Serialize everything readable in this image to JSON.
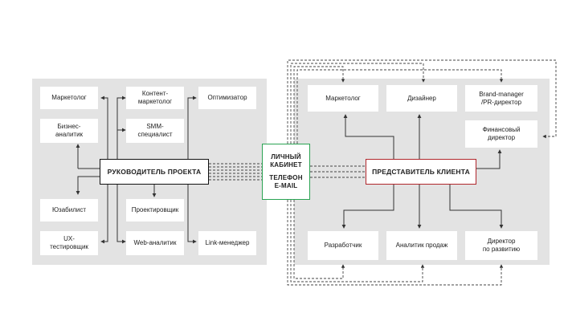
{
  "left_roles": {
    "marketer": "Маркетолог",
    "content_marketer": "Контент-\nмаркетолог",
    "optimizer": "Оптимизатор",
    "business_analyst": "Бизнес-\nаналитик",
    "smm": "SMM-\nспециалист",
    "usability": "Юзабилист",
    "designer_ia": "Проектировщик",
    "ux_tester": "UX-\nтестировщик",
    "web_analyst": "Web-аналитик",
    "link_manager": "Link-менеджер"
  },
  "project_manager": "РУКОВОДИТЕЛЬ ПРОЕКТА",
  "contact": {
    "line1": "ЛИЧНЫЙ\nКАБИНЕТ",
    "line2": "ТЕЛЕФОН\nE-MAIL"
  },
  "client_representative": "ПРЕДСТАВИТЕЛЬ КЛИЕНТА",
  "right_roles": {
    "marketer": "Маркетолог",
    "designer": "Дизайнер",
    "brand_manager": "Brand-manager\n/PR-директор",
    "finance_director": "Финансовый\nдиректор",
    "developer": "Разработчик",
    "sales_analyst": "Аналитик продаж",
    "dev_director": "Директор\nпо развитию"
  },
  "colors": {
    "panel": "#e3e3e3",
    "project_manager_border": "#111111",
    "client_border": "#b0262c",
    "contact_border": "#2aa353"
  }
}
